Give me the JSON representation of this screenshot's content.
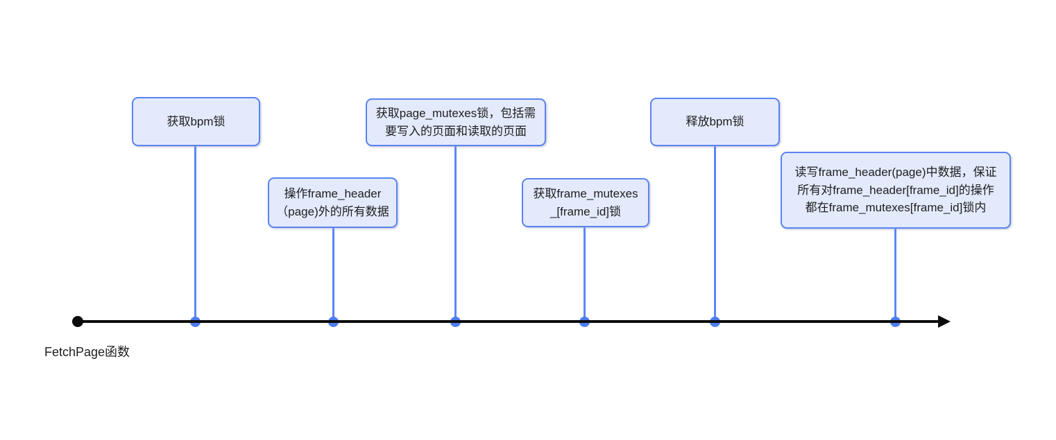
{
  "timeline": {
    "title": "FetchPage函数",
    "milestones": [
      {
        "label": "获取bpm锁"
      },
      {
        "label": "操作frame_header\n（page)外的所有数据"
      },
      {
        "label": "获取page_mutexes锁，包括需\n要写入的页面和读取的页面"
      },
      {
        "label": "获取frame_mutexes\n_[frame_id]锁"
      },
      {
        "label": "释放bpm锁"
      },
      {
        "label": "读写frame_header(page)中数据，保证\n所有对frame_header[frame_id]的操作\n都在frame_mutexes[frame_id]锁内"
      }
    ]
  },
  "colors": {
    "canvas_bg": "#ffffff",
    "box_fill": "#e3eafc",
    "box_border": "#5b83f0",
    "connector": "#5b86f5",
    "dot": "#4d7df2",
    "timeline_line": "#0b0b0b",
    "text": "#1e1e1e"
  }
}
